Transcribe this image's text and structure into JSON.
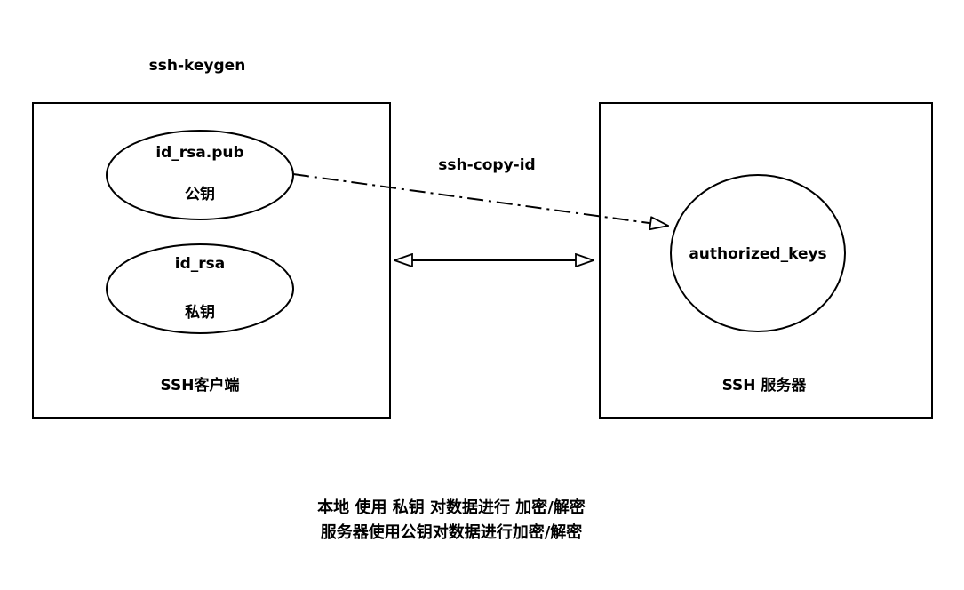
{
  "tool_label": "ssh-keygen",
  "client": {
    "label": "SSH客户端",
    "public_key": {
      "name": "id_rsa.pub",
      "desc": "公钥"
    },
    "private_key": {
      "name": "id_rsa",
      "desc": "私钥"
    }
  },
  "server": {
    "label": "SSH 服务器",
    "authorized_keys": "authorized_keys"
  },
  "copy_label": "ssh-copy-id",
  "notes": {
    "line1": "本地 使用 私钥 对数据进行 加密/解密",
    "line2": "服务器使用公钥对数据进行加密/解密"
  },
  "colors": {
    "stroke": "#000000",
    "text": "#000000",
    "background": "#ffffff"
  }
}
